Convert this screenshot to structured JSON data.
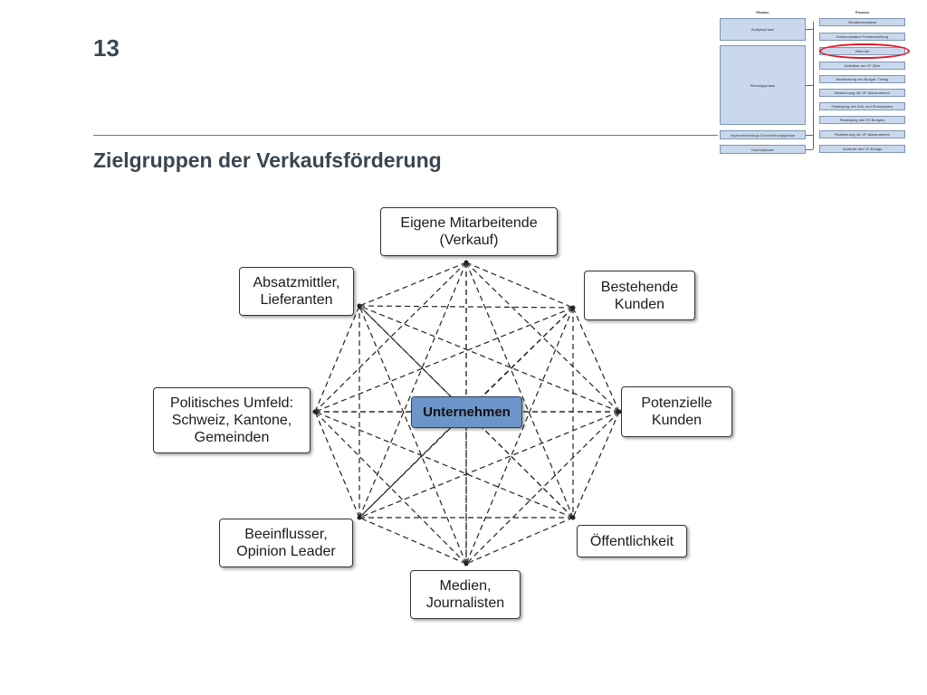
{
  "slide": {
    "number": "13",
    "title": "Zielgruppen der Verkaufsförderung"
  },
  "thumbnail": {
    "phases_header": "Phasen",
    "process_header": "Prozess",
    "phases": [
      "Analysephase",
      "Planungsphase",
      "Implementierungs-/Durchführungsphase",
      "Kontrollphase"
    ],
    "process": [
      "Situationsanalyse",
      "Kommunikative Problemstellung",
      "Wahl der",
      "Definition der VF-Ziele",
      "Bestimmung von Budget, Timing",
      "Bestimmung der VF-Massnahmen",
      "Festlegung des Zeit- und Einsatzplans",
      "Festlegung des VF-Budgets",
      "Realisierung der VF-Massnahmen",
      "Kontrolle des VF-Erfolgs"
    ],
    "highlight_color": "#e0152a"
  },
  "diagram": {
    "center": "Unternehmen",
    "nodes": [
      {
        "id": "mitarbeitende",
        "label": "Eigene Mitarbeitende\n(Verkauf)",
        "style": "blue"
      },
      {
        "id": "bestehende",
        "label": "Bestehende\nKunden",
        "style": "blue"
      },
      {
        "id": "potenzielle",
        "label": "Potenzielle\nKunden",
        "style": "blue"
      },
      {
        "id": "oeffentlichkeit",
        "label": "Öffentlichkeit",
        "style": "white"
      },
      {
        "id": "medien",
        "label": "Medien,\nJournalisten",
        "style": "white"
      },
      {
        "id": "beeinflusser",
        "label": "Beeinflusser,\nOpinion Leader",
        "style": "lightblue"
      },
      {
        "id": "politisches",
        "label": "Politisches Umfeld:\nSchweiz, Kantone,\nGemeinden",
        "style": "white"
      },
      {
        "id": "absatzmittler",
        "label": "Absatzmittler,\nLieferanten",
        "style": "blue"
      }
    ],
    "colors": {
      "blue": "#9db8dd",
      "lightblue": "#d3e0f0",
      "white": "#ffffff",
      "center": "#6d95c9"
    }
  }
}
